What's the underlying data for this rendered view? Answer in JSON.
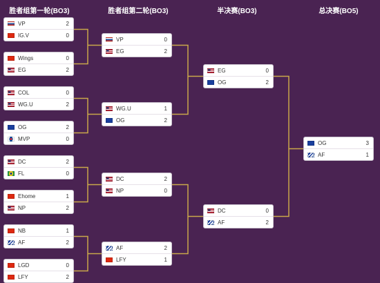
{
  "rounds": [
    {
      "title": "胜者组第一轮(BO3)"
    },
    {
      "title": "胜者组第二轮(BO3)"
    },
    {
      "title": "半决赛(BO3)"
    },
    {
      "title": "总决赛(BO5)"
    }
  ],
  "colors": {
    "background": "#4a2352",
    "connector": "#c9a84a",
    "card": "#ffffff"
  },
  "matches": [
    {
      "teams": [
        {
          "name": "VP",
          "score": "2",
          "flag": "ru"
        },
        {
          "name": "IG.V",
          "score": "0",
          "flag": "cn"
        }
      ]
    },
    {
      "teams": [
        {
          "name": "Wings",
          "score": "0",
          "flag": "cn"
        },
        {
          "name": "EG",
          "score": "2",
          "flag": "us"
        }
      ]
    },
    {
      "teams": [
        {
          "name": "COL",
          "score": "0",
          "flag": "us"
        },
        {
          "name": "WG.U",
          "score": "2",
          "flag": "us"
        }
      ]
    },
    {
      "teams": [
        {
          "name": "OG",
          "score": "2",
          "flag": "eu"
        },
        {
          "name": "MVP",
          "score": "0",
          "flag": "kr"
        }
      ]
    },
    {
      "teams": [
        {
          "name": "DC",
          "score": "2",
          "flag": "us"
        },
        {
          "name": "FL",
          "score": "0",
          "flag": "br"
        }
      ]
    },
    {
      "teams": [
        {
          "name": "Ehome",
          "score": "1",
          "flag": "cn"
        },
        {
          "name": "NP",
          "score": "2",
          "flag": "us"
        }
      ]
    },
    {
      "teams": [
        {
          "name": "NB",
          "score": "1",
          "flag": "cn"
        },
        {
          "name": "AF",
          "score": "2",
          "flag": "sa"
        }
      ]
    },
    {
      "teams": [
        {
          "name": "LGD",
          "score": "0",
          "flag": "cn"
        },
        {
          "name": "LFY",
          "score": "2",
          "flag": "cn"
        }
      ]
    },
    {
      "teams": [
        {
          "name": "VP",
          "score": "0",
          "flag": "ru"
        },
        {
          "name": "EG",
          "score": "2",
          "flag": "us"
        }
      ]
    },
    {
      "teams": [
        {
          "name": "WG.U",
          "score": "1",
          "flag": "us"
        },
        {
          "name": "OG",
          "score": "2",
          "flag": "eu"
        }
      ]
    },
    {
      "teams": [
        {
          "name": "DC",
          "score": "2",
          "flag": "us"
        },
        {
          "name": "NP",
          "score": "0",
          "flag": "us"
        }
      ]
    },
    {
      "teams": [
        {
          "name": "AF",
          "score": "2",
          "flag": "sa"
        },
        {
          "name": "LFY",
          "score": "1",
          "flag": "cn"
        }
      ]
    },
    {
      "teams": [
        {
          "name": "EG",
          "score": "0",
          "flag": "us"
        },
        {
          "name": "OG",
          "score": "2",
          "flag": "eu"
        }
      ]
    },
    {
      "teams": [
        {
          "name": "DC",
          "score": "0",
          "flag": "us"
        },
        {
          "name": "AF",
          "score": "2",
          "flag": "sa"
        }
      ]
    },
    {
      "teams": [
        {
          "name": "OG",
          "score": "3",
          "flag": "eu"
        },
        {
          "name": "AF",
          "score": "1",
          "flag": "sa"
        }
      ]
    }
  ]
}
